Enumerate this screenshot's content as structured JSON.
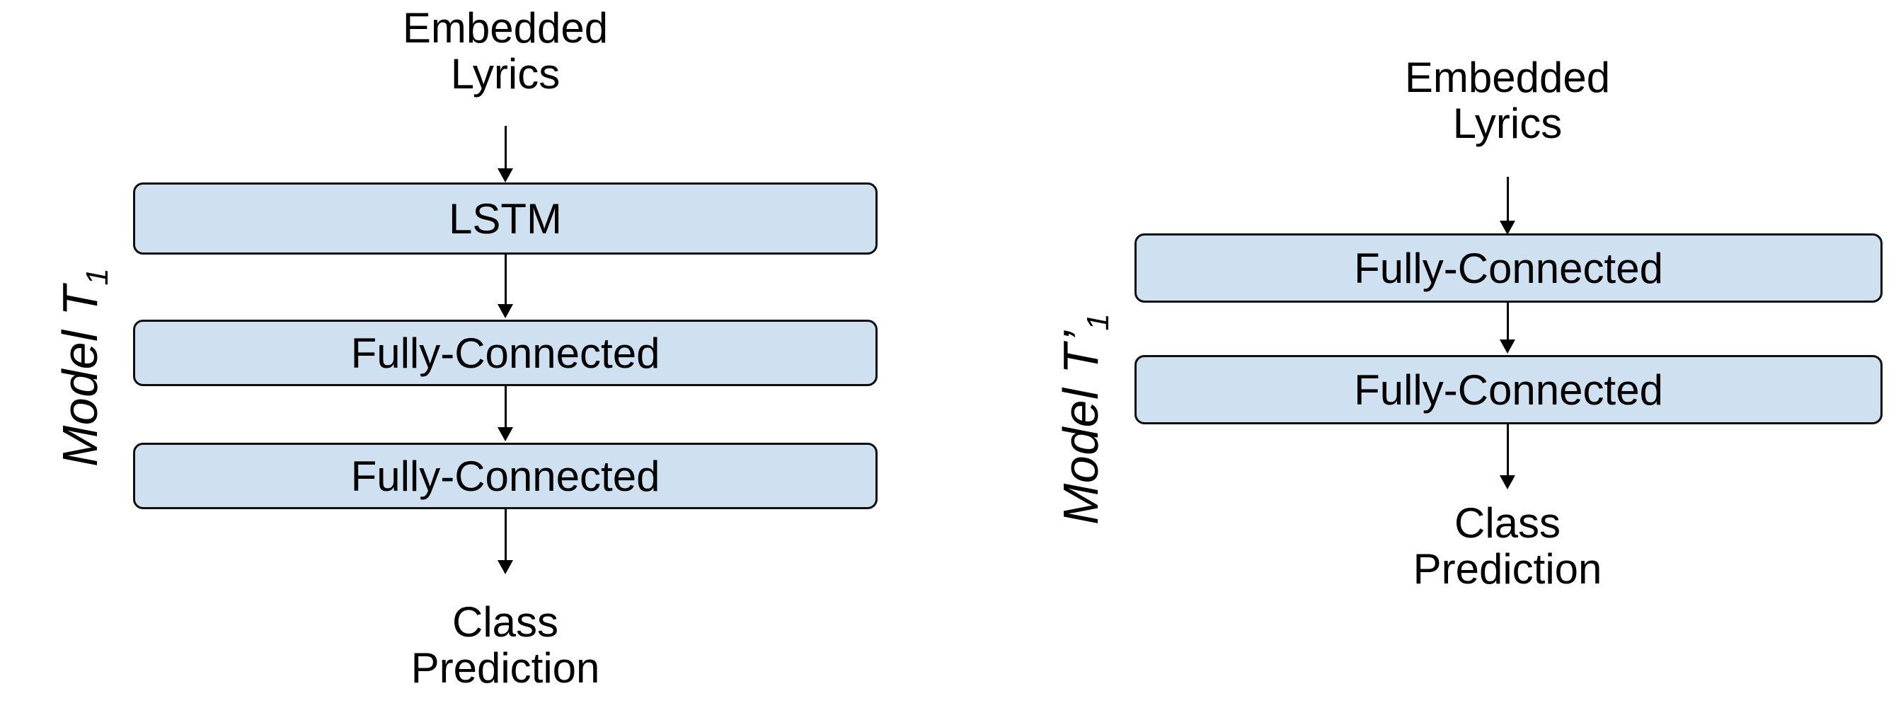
{
  "figure": {
    "background_color": "#ffffff",
    "box_fill_color": "#cfe0f1",
    "box_border_color": "#0f0f0f",
    "text_color": "#000000"
  },
  "panels": [
    {
      "id": "model-t1",
      "label": {
        "prefix": "Model ",
        "symbol": "T",
        "prime": "",
        "subscript": "1",
        "full_text": "Model T1"
      },
      "input_text_lines": [
        "Embedded",
        "Lyrics"
      ],
      "layers": [
        {
          "name": "LSTM",
          "label": "LSTM"
        },
        {
          "name": "fully-connected-1",
          "label": "Fully-Connected"
        },
        {
          "name": "fully-connected-2",
          "label": "Fully-Connected"
        }
      ],
      "output_text_lines": [
        "Class",
        "Prediction"
      ],
      "arrow_count": 4
    },
    {
      "id": "model-t1-prime",
      "label": {
        "prefix": "Model ",
        "symbol": "T",
        "prime": "’",
        "subscript": "1",
        "full_text": "Model T’1"
      },
      "input_text_lines": [
        "Embedded",
        "Lyrics"
      ],
      "layers": [
        {
          "name": "fully-connected-1",
          "label": "Fully-Connected"
        },
        {
          "name": "fully-connected-2",
          "label": "Fully-Connected"
        }
      ],
      "output_text_lines": [
        "Class",
        "Prediction"
      ],
      "arrow_count": 3
    }
  ]
}
